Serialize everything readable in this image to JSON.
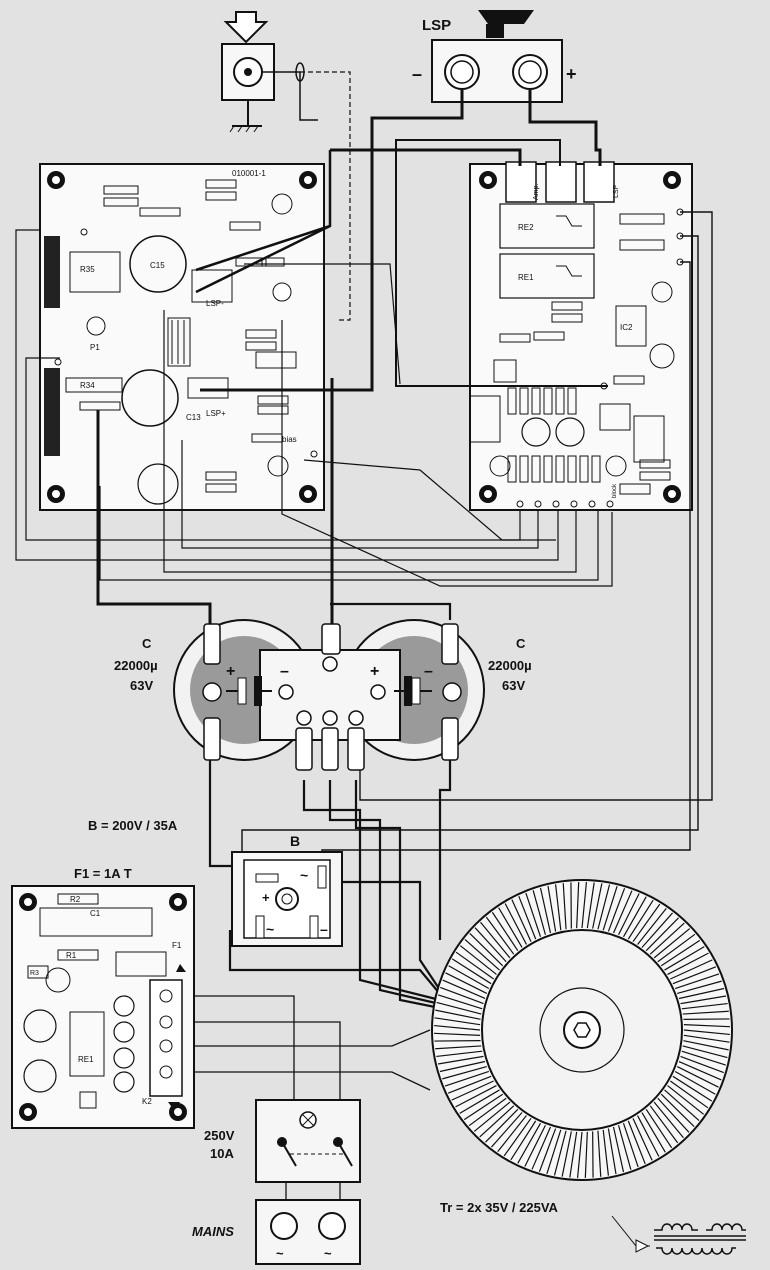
{
  "lsp": {
    "label": "LSP",
    "minus": "–",
    "plus": "+"
  },
  "amp_board": {
    "id": "010001-1",
    "parts": [
      "R35",
      "R34",
      "C15",
      "C13",
      "P1",
      "LSP-",
      "LSP+",
      "bias"
    ]
  },
  "prot_board": {
    "parts": [
      "Amp.",
      "LSP",
      "RE2",
      "RE1",
      "IC2",
      "block"
    ]
  },
  "capacitors": {
    "letter": "C",
    "value": "22000µ",
    "voltage": "63V",
    "signs": [
      "+",
      "–",
      "+",
      "–"
    ]
  },
  "bridge": {
    "spec": "B = 200V / 35A",
    "letter": "B",
    "plus": "+",
    "minus": "–",
    "ac": "~"
  },
  "fuse_board": {
    "spec": "F1 = 1A T",
    "parts": [
      "R2",
      "C1",
      "R1",
      "R3",
      "F1",
      "RE1",
      "K2"
    ]
  },
  "mains_switch": {
    "voltage": "250V",
    "current": "10A"
  },
  "mains": {
    "label": "MAINS",
    "ac": "~"
  },
  "transformer": {
    "spec": "Tr = 2x 35V / 225VA"
  }
}
